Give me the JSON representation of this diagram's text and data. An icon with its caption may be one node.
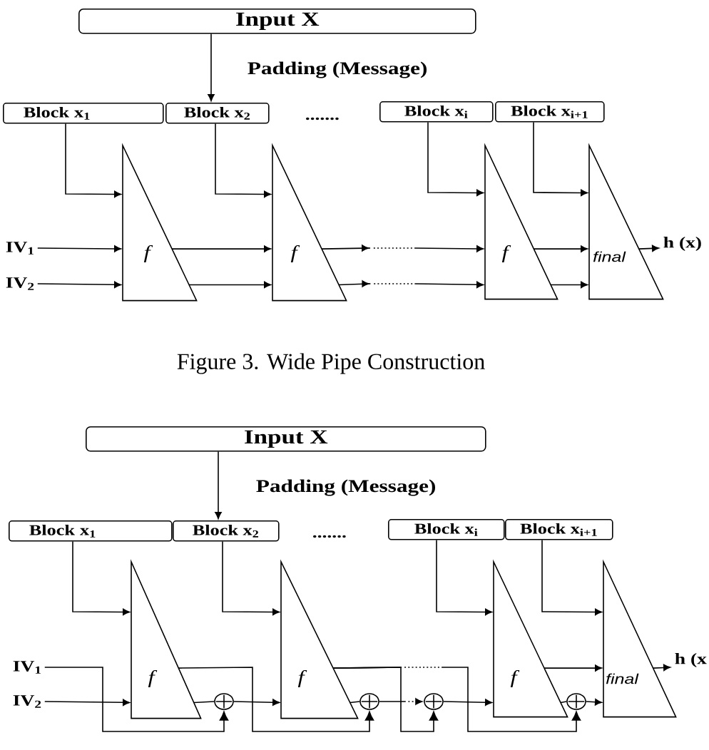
{
  "diagram": {
    "caption": "Figure 3. Wide Pipe Construction",
    "nodes": [
      {
        "text": [
          "Input X"
        ]
      },
      {
        "text": [
          "Block x$_{1}$"
        ]
      },
      {
        "text": [
          "Block x$_{2}$"
        ]
      },
      {
        "text": [
          "Block x$_{i}$"
        ]
      },
      {
        "text": [
          "Block x$_{i+1}$"
        ]
      },
      {
        "text": [
          "f"
        ]
      },
      {
        "text": [
          "f"
        ]
      },
      {
        "text": [
          "f"
        ]
      },
      {
        "text": [
          "final"
        ]
      },
      {
        "text": [
          "IV$_{1}$"
        ]
      },
      {
        "text": [
          "IV$_{2}$"
        ]
      },
      {
        "text": [
          "h (x)"
        ]
      },
      {
        "text": [
          "Input X"
        ]
      },
      {
        "text": [
          "Block x$_{1}$"
        ]
      },
      {
        "text": [
          "Block x$_{2}$"
        ]
      },
      {
        "text": [
          "Block x$_{i}$"
        ]
      },
      {
        "text": [
          "Block x$_{i+1}$"
        ]
      },
      {
        "text": [
          "f"
        ]
      },
      {
        "text": [
          "f"
        ]
      },
      {
        "text": [
          "f"
        ]
      },
      {
        "text": [
          "final"
        ]
      },
      {
        "text": [
          "IV$_{1}$"
        ]
      },
      {
        "text": [
          "IV$_{2}$"
        ]
      },
      {
        "text": [
          "h (x"
        ]
      },
      {
        "text": [],
        "shape": "circle"
      },
      {
        "text": [],
        "shape": "circle"
      },
      {
        "text": [],
        "shape": "circle"
      },
      {
        "text": [],
        "shape": "circle"
      }
    ],
    "edges": [
      {
        "from": 0,
        "to": 2,
        "arrow": "to",
        "label": "Padding (Message)"
      },
      {
        "from": 1,
        "to": 5,
        "arrow": "to"
      },
      {
        "from": 2,
        "to": 6,
        "arrow": "to"
      },
      {
        "from": 3,
        "to": 7,
        "arrow": "to"
      },
      {
        "from": 4,
        "to": 8,
        "arrow": "to"
      },
      {
        "from": 9,
        "to": 5,
        "arrow": "to"
      },
      {
        "from": 10,
        "to": 5,
        "arrow": "to"
      },
      {
        "from": 5,
        "to": 6,
        "arrow": "to"
      },
      {
        "from": 5,
        "to": 6,
        "arrow": "to"
      },
      {
        "from": 6,
        "to": 7,
        "arrow": "to",
        "style": "dashed"
      },
      {
        "from": 6,
        "to": 7,
        "arrow": "to",
        "style": "dashed"
      },
      {
        "from": 7,
        "to": 8,
        "arrow": "to"
      },
      {
        "from": 7,
        "to": 8,
        "arrow": "to"
      },
      {
        "from": 8,
        "to": 11,
        "arrow": "to"
      },
      {
        "from": 12,
        "to": 14,
        "arrow": "to",
        "label": "Padding (Message)"
      },
      {
        "from": 13,
        "to": 17,
        "arrow": "to"
      },
      {
        "from": 14,
        "to": 18,
        "arrow": "to"
      },
      {
        "from": 15,
        "to": 19,
        "arrow": "to"
      },
      {
        "from": 16,
        "to": 20,
        "arrow": "to"
      },
      {
        "from": 21,
        "to": 24,
        "arrow": "to"
      },
      {
        "from": 22,
        "to": 17,
        "arrow": "to"
      },
      {
        "from": 17,
        "to": 24,
        "arrow": "none"
      },
      {
        "from": 24,
        "to": 18,
        "arrow": "to"
      },
      {
        "from": 17,
        "to": 25,
        "arrow": "to"
      },
      {
        "from": 18,
        "to": 25,
        "arrow": "none"
      },
      {
        "from": 25,
        "to": 26,
        "arrow": "to",
        "style": "dashed"
      },
      {
        "from": 18,
        "to": 26,
        "arrow": "to"
      },
      {
        "from": 26,
        "to": 19,
        "arrow": "to"
      },
      {
        "from": 18,
        "to": 27,
        "arrow": "to",
        "style": "dashed"
      },
      {
        "from": 19,
        "to": 27,
        "arrow": "none"
      },
      {
        "from": 27,
        "to": 20,
        "arrow": "to"
      },
      {
        "from": 19,
        "to": 20,
        "arrow": "to"
      },
      {
        "from": 20,
        "to": 23,
        "arrow": "to"
      }
    ],
    "labels": [
      ".......",
      "......."
    ]
  }
}
